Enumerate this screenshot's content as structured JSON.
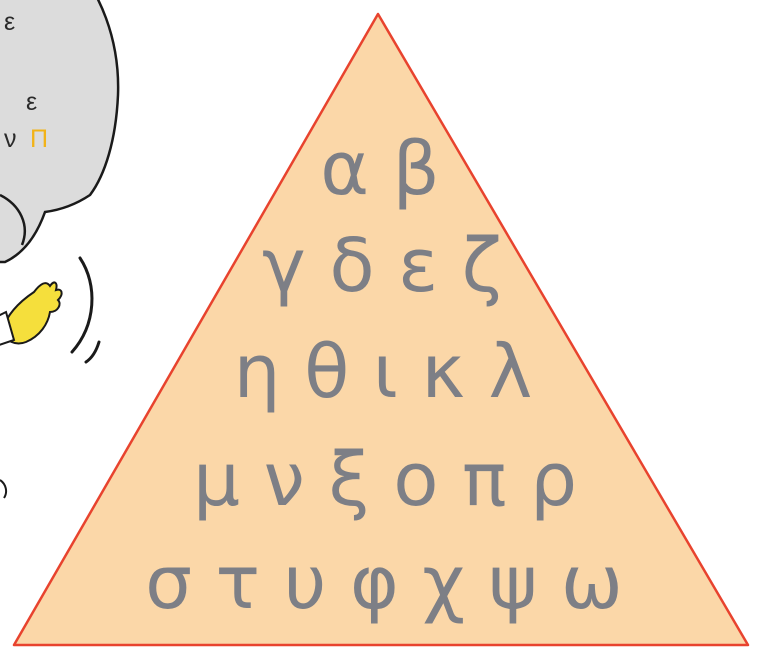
{
  "bubble": {
    "line1": "ε",
    "line2": "ε",
    "line3_text": "ν",
    "line3_highlight": "Π"
  },
  "pyramid": {
    "rows": [
      "α β",
      "γ δ ε ζ",
      "η θ ι κ λ",
      "μ ν ξ ο π ρ",
      "σ τ υ φ χ ψ ω"
    ]
  },
  "colors": {
    "pyramid_fill": "#fbd7a8",
    "pyramid_stroke": "#e8432e",
    "letters": "#7d7f86",
    "bubble_fill": "#dcdcdc",
    "bubble_stroke": "#1a1a1a",
    "highlight": "#f2b318",
    "hand": "#f5df3c"
  }
}
